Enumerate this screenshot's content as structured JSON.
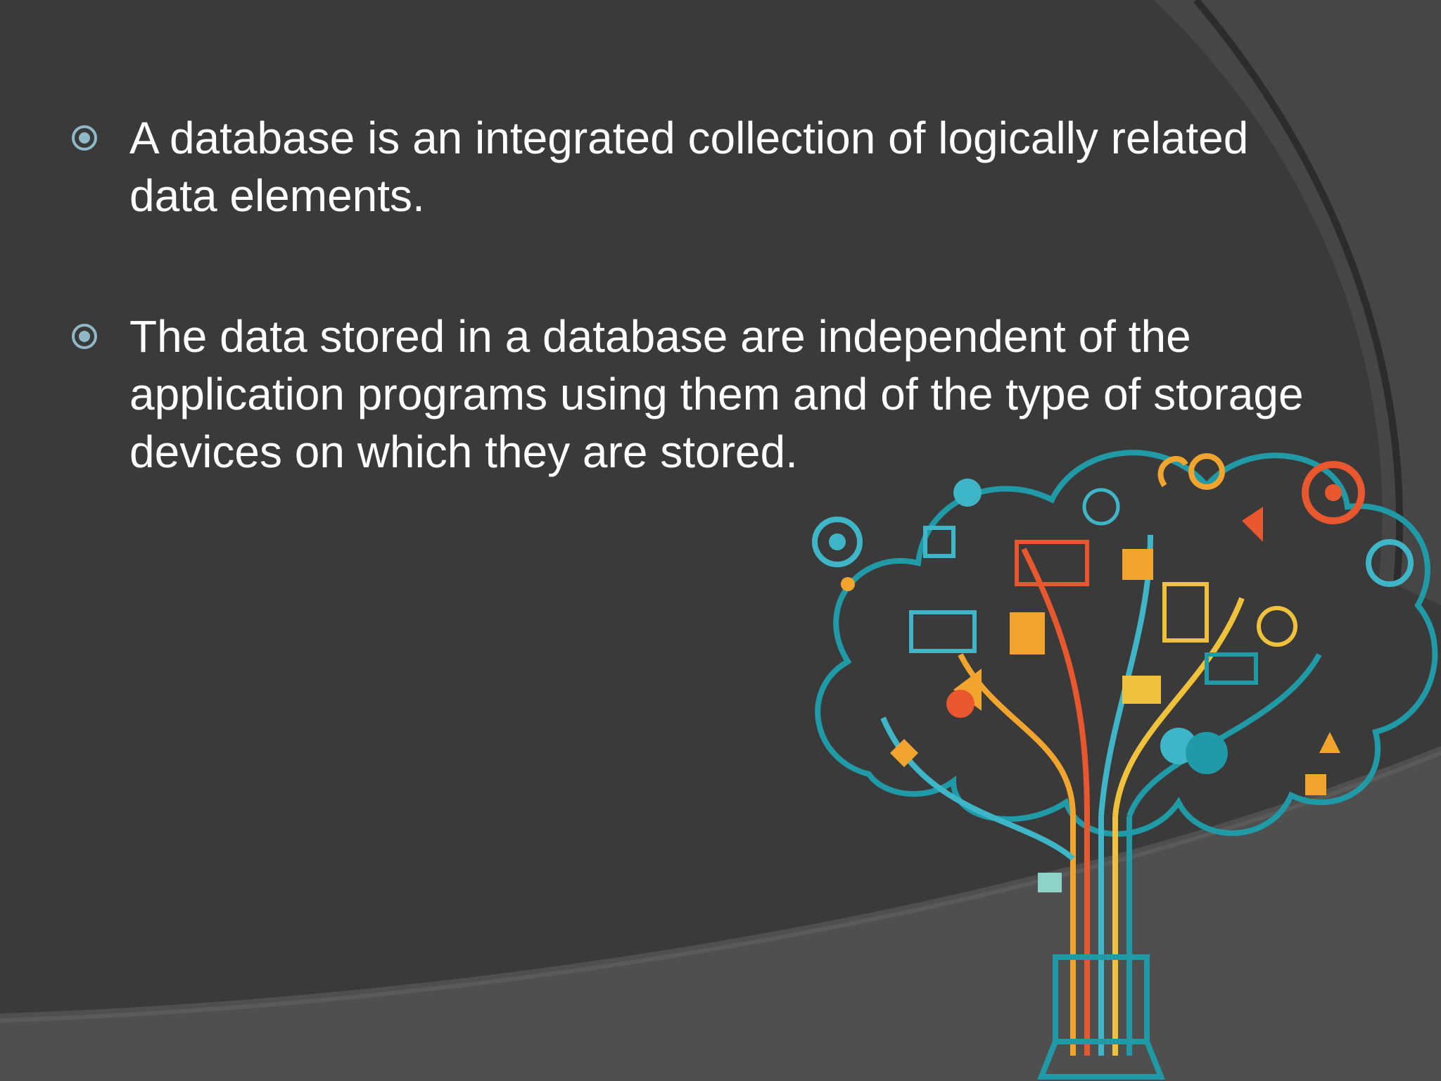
{
  "slide": {
    "background": "#3a3a3a",
    "accent": "#8fb8c8",
    "bullets": [
      {
        "icon": "target-bullet-icon",
        "text": "A database is an integrated collection of logically related\ndata elements."
      },
      {
        "icon": "target-bullet-icon",
        "text": "The data stored in a database are independent of the\napplication programs using them and of the type of storage\ndevices on which they are stored."
      }
    ],
    "illustration": {
      "icon": "data-tree-illustration",
      "colors": [
        "#1f9aa6",
        "#f2a52e",
        "#e8572e",
        "#3fb6c8",
        "#f0c23c"
      ]
    }
  }
}
